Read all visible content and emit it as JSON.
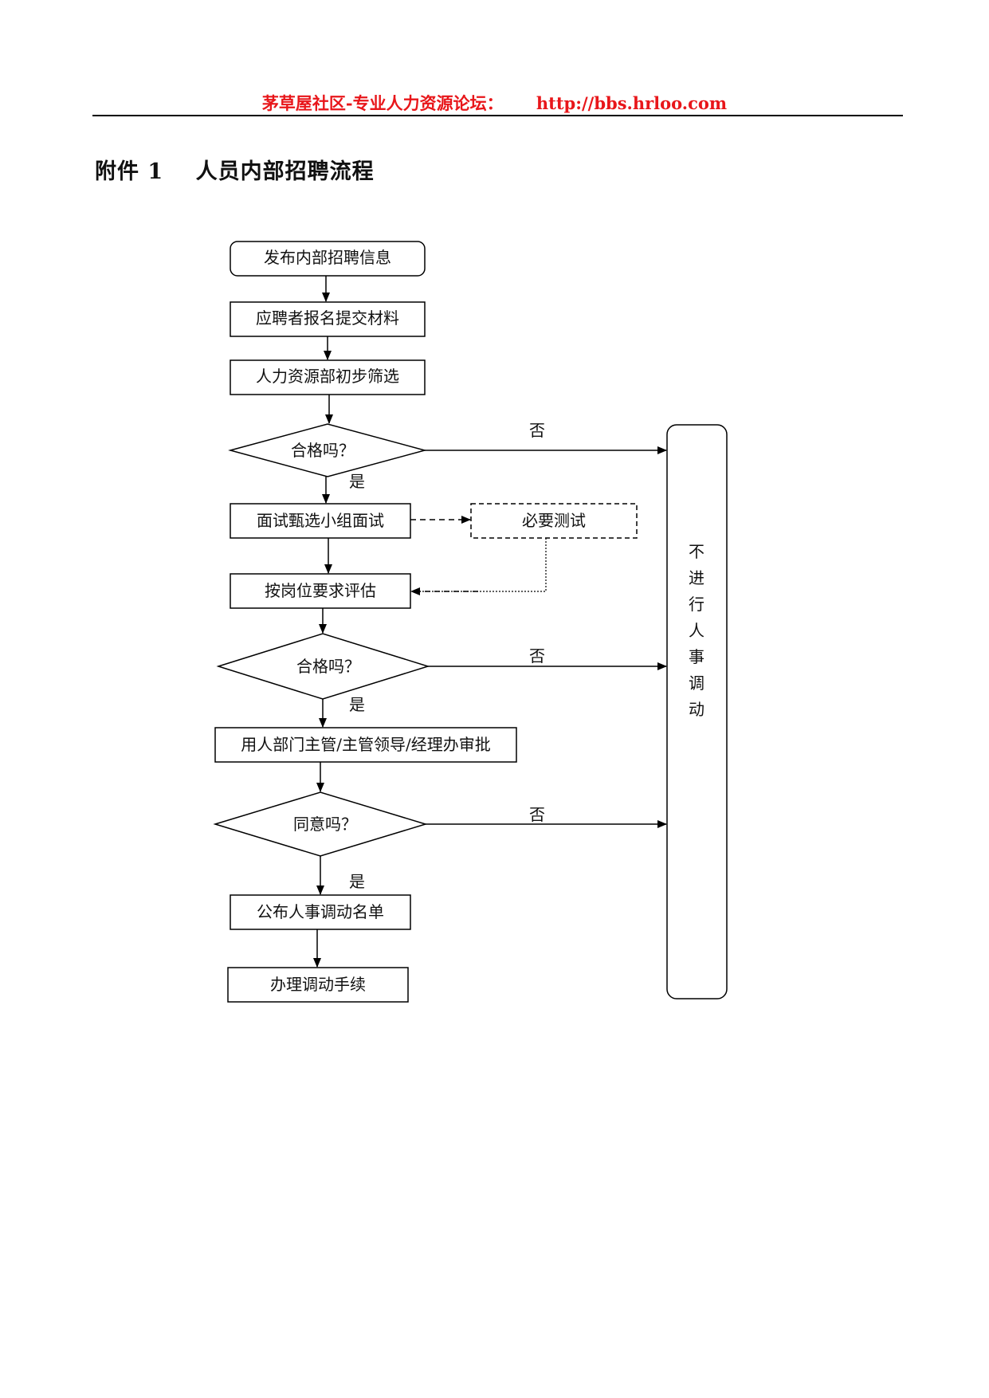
{
  "header": {
    "site_name": "茅草屋社区-专业人力资源论坛：",
    "url": "http://bbs.hrloo.com"
  },
  "document": {
    "attachment_label": "附件 1",
    "title": "人员内部招聘流程"
  },
  "flowchart": {
    "steps": {
      "publish": "发布内部招聘信息",
      "apply": "应聘者报名提交材料",
      "screen": "人力资源部初步筛选",
      "interview": "面试甄选小组面试",
      "evaluate": "按岗位要求评估",
      "approve": "用人部门主管/主管领导/经理办审批",
      "announce": "公布人事调动名单",
      "process": "办理调动手续"
    },
    "decisions": {
      "qualified_1": "合格吗？",
      "qualified_2": "合格吗？",
      "agree": "同意吗？"
    },
    "optional_test": "必要测试",
    "reject_box": [
      "不",
      "进",
      "行",
      "人",
      "事",
      "调",
      "动"
    ],
    "edge_labels": {
      "yes_1": "是",
      "yes_2": "是",
      "yes_3": "是",
      "no_1": "否",
      "no_2": "否",
      "no_3": "否"
    }
  }
}
